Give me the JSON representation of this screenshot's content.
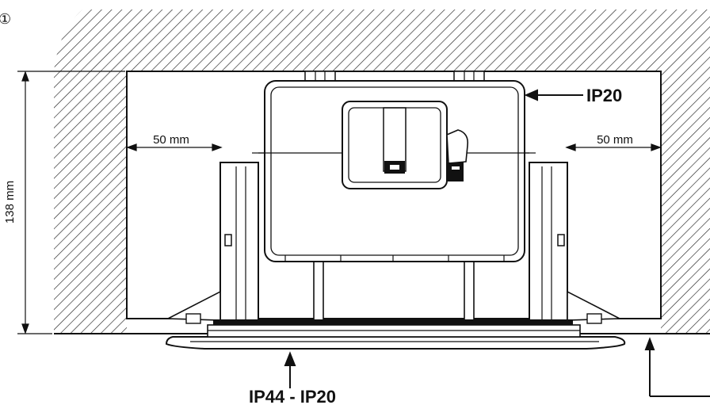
{
  "figure_number": "①",
  "dimensions": {
    "height_label": "138 mm",
    "left_clearance_label": "50 mm",
    "right_clearance_label": "50 mm"
  },
  "protection_ratings": {
    "unit_body": "IP20",
    "grille_panel": "IP44 - IP20"
  }
}
